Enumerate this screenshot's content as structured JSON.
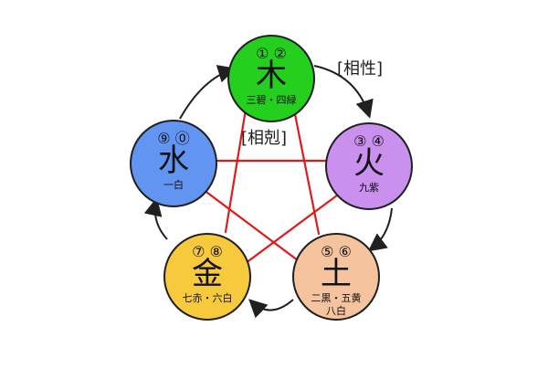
{
  "labels": {
    "generating": "[相性]",
    "overcoming": "[相剋]"
  },
  "colors": {
    "wood": "#25cf1d",
    "fire": "#c990ee",
    "earth": "#f5c39d",
    "metal": "#f7c93c",
    "water": "#6294f1",
    "line": "#e11919",
    "arrow": "#202020"
  },
  "elements": {
    "wood": {
      "numbers": "① ②",
      "char": "木",
      "sub": "三碧・四緑"
    },
    "fire": {
      "numbers": "③ ④",
      "char": "火",
      "sub": "九紫"
    },
    "earth": {
      "numbers": "⑤ ⑥",
      "char": "土",
      "sub": "二黒・五黄",
      "sub2": "八白"
    },
    "metal": {
      "numbers": "⑦ ⑧",
      "char": "金",
      "sub": "七赤・六白"
    },
    "water": {
      "numbers": "⑨ ⓪",
      "char": "水",
      "sub": "一白"
    }
  }
}
